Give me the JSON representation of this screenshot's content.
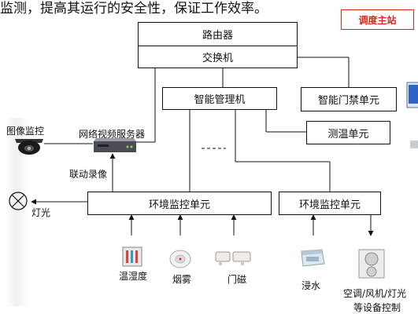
{
  "top_caption": "监测，提高其运行的安全性，保证工作效率。",
  "nodes": {
    "router": "路由器",
    "switch": "交换机",
    "dispatch": "调度主站",
    "manager": "智能管理机",
    "access": "智能门禁单元",
    "temp": "测温单元",
    "env_left": "环境监控单元",
    "env_right": "环境监控单元"
  },
  "labels": {
    "camera": "图像监控",
    "video_server": "网络视频服务器",
    "linked_record": "联动录像",
    "light": "灯光",
    "humidity": "温湿度",
    "smoke": "烟雾",
    "door": "门磁",
    "water": "浸水",
    "ac_line1": "空调/风机/灯光",
    "ac_line2": "等设备控制"
  },
  "colors": {
    "line": "#111111",
    "dispatch_text": "#e2231a",
    "dispatch_border": "#e2231a"
  }
}
